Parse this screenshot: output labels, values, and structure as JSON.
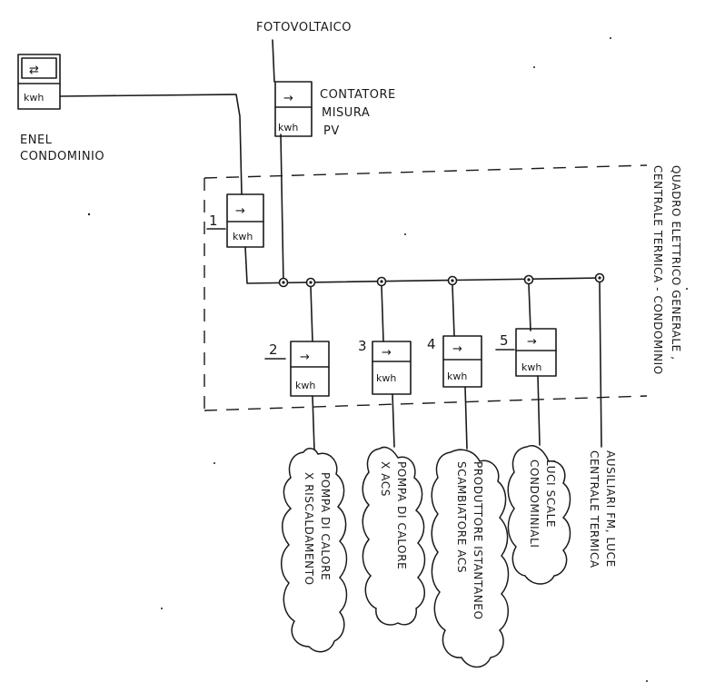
{
  "top_label": "FOTOVOLTAICO",
  "enel_meter": {
    "arrow": "⇄",
    "unit": "kwh",
    "label_line1": "ENEL",
    "label_line2": "CONDOMINIO"
  },
  "pv_meter": {
    "arrow": "→",
    "unit": "kwh",
    "label_line1": "CONTATORE",
    "label_line2": "MISURA",
    "label_line3": "PV"
  },
  "panel_label_line1": "QUADRO ELETTRICO GENERALE ,",
  "panel_label_line2": "CENTRALE TERMICA - CONDOMINIO",
  "meters": [
    {
      "number": "1",
      "arrow": "→",
      "unit": "kwh"
    },
    {
      "number": "2",
      "arrow": "→",
      "unit": "kwh"
    },
    {
      "number": "3",
      "arrow": "→",
      "unit": "kwh"
    },
    {
      "number": "4",
      "arrow": "→",
      "unit": "kwh"
    },
    {
      "number": "5",
      "arrow": "→",
      "unit": "kwh"
    }
  ],
  "loads": [
    {
      "line1": "POMPA DI CALORE",
      "line2": "X RISCALDAMENTO"
    },
    {
      "line1": "POMPA DI CALORE",
      "line2": "X ACS"
    },
    {
      "line1": "PRODUTTORE ISTANTANEO",
      "line2": "SCAMBIATORE ACS"
    },
    {
      "line1": "LUCI SCALE",
      "line2": "CONDOMINIALI"
    },
    {
      "line1": "AUSILIARI FM, LUCE",
      "line2": "CENTRALE TERMICA"
    }
  ]
}
